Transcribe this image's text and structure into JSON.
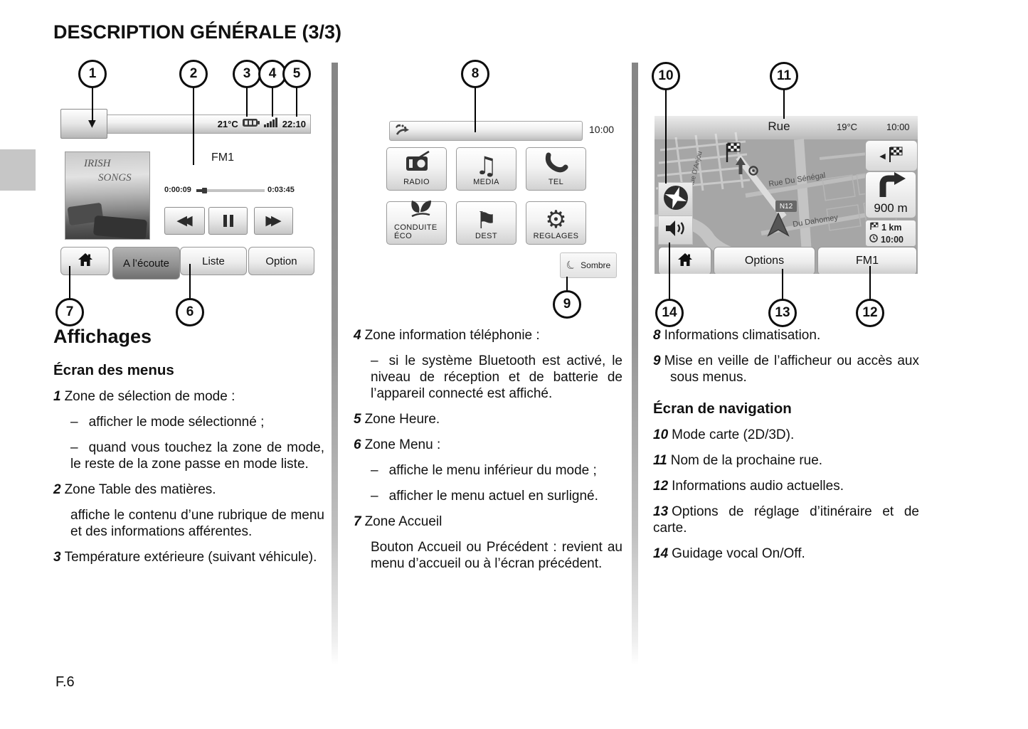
{
  "title": "DESCRIPTION GÉNÉRALE (3/3)",
  "footer": "F.6",
  "callouts": [
    "1",
    "2",
    "3",
    "4",
    "5",
    "6",
    "7",
    "8",
    "9",
    "10",
    "11",
    "12",
    "13",
    "14"
  ],
  "media_screen": {
    "temperature": "21°C",
    "clock": "22:10",
    "album_title_line1": "IRISH",
    "album_title_line2": "SONGS",
    "source": "FM1",
    "elapsed": "0:00:09",
    "total": "0:03:45",
    "tab_listening": "A l’écoute",
    "tab_list": "Liste",
    "tab_option": "Option"
  },
  "menu_screen": {
    "clock": "10:00",
    "btn_radio": "RADIO",
    "btn_media": "MEDIA",
    "btn_tel": "TEL",
    "btn_eco_line1": "CONDUITE",
    "btn_eco_line2": "ÉCO",
    "btn_dest": "DEST",
    "btn_settings": "REGLAGES",
    "btn_dark": "Sombre"
  },
  "nav_screen": {
    "next_street": "Rue",
    "temperature": "19°C",
    "clock": "10:00",
    "street_anjou": "Rue D'Anjou",
    "street_senegal": "Rue Du Sénégal",
    "street_dahomey": "Du Dahomey",
    "road_badge": "N12",
    "maneuver_distance": "900 m",
    "remaining_distance": "1 km",
    "arrival_time": "10:00",
    "tab_options": "Options",
    "tab_audio": "FM1"
  },
  "col1": {
    "heading": "Affichages",
    "subheading": "Écran des menus",
    "item1_num": "1",
    "item1": "Zone de sélection de mode :",
    "b1_dash": "–",
    "b1": "afficher le mode sélectionné ;",
    "b2_dash": "–",
    "b2": "quand vous touchez la zone de mode, le reste de la zone passe en mode liste.",
    "item2_num": "2",
    "item2": "Zone Table des matières.",
    "item2_desc": "affiche le contenu d’une rubrique de menu et des informations afférentes.",
    "item3_num": "3",
    "item3": "Température extérieure (suivant véhicule)."
  },
  "col2": {
    "item4_num": "4",
    "item4": "Zone information téléphonie :",
    "b1_dash": "–",
    "b1": "si le système Bluetooth est activé, le niveau de réception et de batterie de l’appareil connecté est affiché.",
    "item5_num": "5",
    "item5": "Zone Heure.",
    "item6_num": "6",
    "item6": "Zone Menu :",
    "b2_dash": "–",
    "b2": "affiche le menu inférieur du mode ;",
    "b3_dash": "–",
    "b3": "afficher le menu actuel en surligné.",
    "item7_num": "7",
    "item7": "Zone Accueil",
    "item7_desc": "Bouton Accueil ou Précédent : revient au menu d’accueil ou à l’écran précédent."
  },
  "col3": {
    "item8_num": "8",
    "item8": "Informations climatisation.",
    "item9_num": "9",
    "item9": "Mise en veille de l’afficheur ou accès aux sous menus.",
    "subheading": "Écran de navigation",
    "item10_num": "10",
    "item10": "Mode carte (2D/3D).",
    "item11_num": "11",
    "item11": "Nom de la prochaine rue.",
    "item12_num": "12",
    "item12": "Informations audio actuelles.",
    "item13_num": "13",
    "item13": "Options de réglage d’itinéraire et de carte.",
    "item14_num": "14",
    "item14": "Guidage vocal On/Off."
  }
}
